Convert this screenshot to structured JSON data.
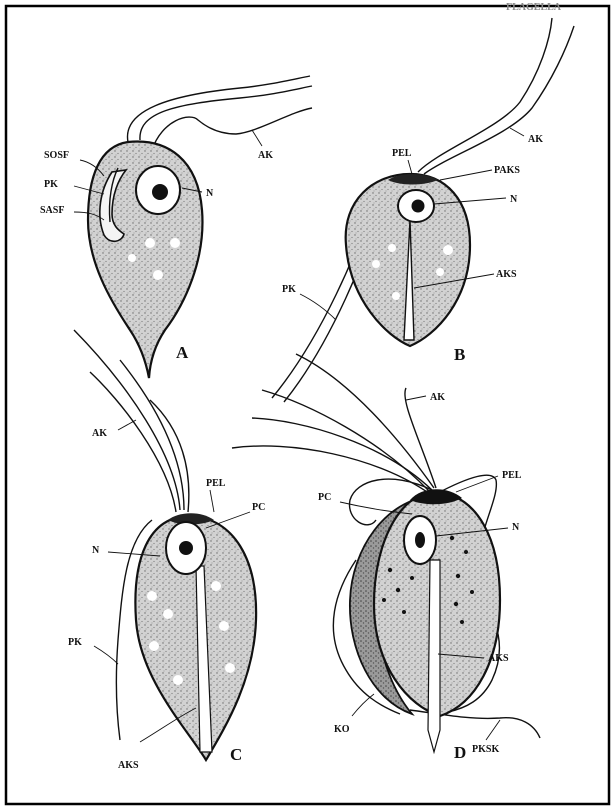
{
  "panels": {
    "a": {
      "letter": "A",
      "labels": {
        "sosf": "SOSF",
        "pk": "PK",
        "sasf": "SASF",
        "n": "N",
        "ak": "AK"
      }
    },
    "b": {
      "letter": "B",
      "labels": {
        "top": "FLAGELLA",
        "ak": "AK",
        "pel": "PEL",
        "paks": "PAKS",
        "n": "N",
        "aks": "AKS",
        "pk": "PK"
      }
    },
    "c": {
      "letter": "C",
      "labels": {
        "ak": "AK",
        "pel": "PEL",
        "pc": "PC",
        "n": "N",
        "pk": "PK",
        "aks": "AKS"
      }
    },
    "d": {
      "letter": "D",
      "labels": {
        "ak": "AK",
        "pel": "PEL",
        "pc": "PC",
        "n": "N",
        "aks": "AKS",
        "ko": "KO",
        "pksk": "PKSK"
      }
    }
  }
}
